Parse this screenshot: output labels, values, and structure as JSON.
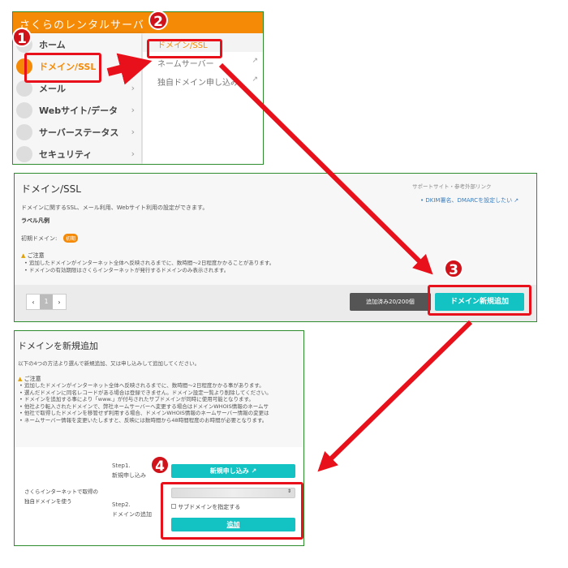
{
  "app": {
    "title": "さくらのレンタルサーバ"
  },
  "sidebar": {
    "items": [
      {
        "label": "ホーム"
      },
      {
        "label": "ドメイン/SSL"
      },
      {
        "label": "メール"
      },
      {
        "label": "Webサイト/データ"
      },
      {
        "label": "サーバーステータス"
      },
      {
        "label": "セキュリティ"
      }
    ]
  },
  "submenu": {
    "items": [
      {
        "label": "ドメイン/SSL"
      },
      {
        "label": "ネームサーバー"
      },
      {
        "label": "独自ドメイン申し込み"
      }
    ]
  },
  "domain_page": {
    "title": "ドメイン/SSL",
    "description": "ドメインに関するSSL、メール利用、Webサイト利用の設定ができます。",
    "label_legend": "ラベル凡例",
    "initial_domain_label": "初期ドメイン:",
    "initial_badge": "初期",
    "notice_title": "ご注意",
    "notices": [
      "追加したドメインがインターネット全体へ反映されるまでに、数時間〜2日程度かかることがあります。",
      "ドメインの有効期限はさくらインターネットが発行するドメインのみ表示されます。"
    ],
    "support_title": "サポートサイト・参考外部リンク",
    "support_link": "DKIM署名、DMARCを設定したい",
    "page": "1",
    "count_label": "追加済み20/200個",
    "add_button": "ドメイン新規追加"
  },
  "add_page": {
    "title": "ドメインを新規追加",
    "intro": "以下の4つの方法より選んで新規追加、又は申し込みして追加してください。",
    "notice_title": "ご注意",
    "notices": [
      "追加したドメインがインターネット全体へ反映されるまでに、数時間〜2日程度かかる事があります。",
      "選んだドメインに同名レコードがある場合は登録できません。ドメイン設定一覧より削除してください。",
      "ドメインを追加する事により「www.」が付与されたサブドメインが同時に使用可能となります。",
      "他社より転入されたドメインで、弊社ネームサーバーへ変更する場合はドメインWHOIS情報のネームサ",
      "他社で取得したドメインを移管せず利用する場合、ドメインWHOIS情報のネームサーバー情報の変更は",
      "ネームサーバー情報を変更いたしますと、反映には数時間から48時間程度のお時間が必要となります。"
    ],
    "method_label": "さくらインターネットで取得の独自ドメインを使う",
    "step1": "Step1.",
    "step1_name": "新規申し込み",
    "step1_button": "新規申し込み",
    "step2": "Step2.",
    "step2_name": "ドメインの追加",
    "subdomain_checkbox": "サブドメインを指定する",
    "add_button": "追加"
  },
  "badges": [
    "1",
    "2",
    "3",
    "4"
  ],
  "colors": {
    "brand": "#f58a07",
    "accent": "#13c3c3",
    "highlight": "#e8101a"
  }
}
